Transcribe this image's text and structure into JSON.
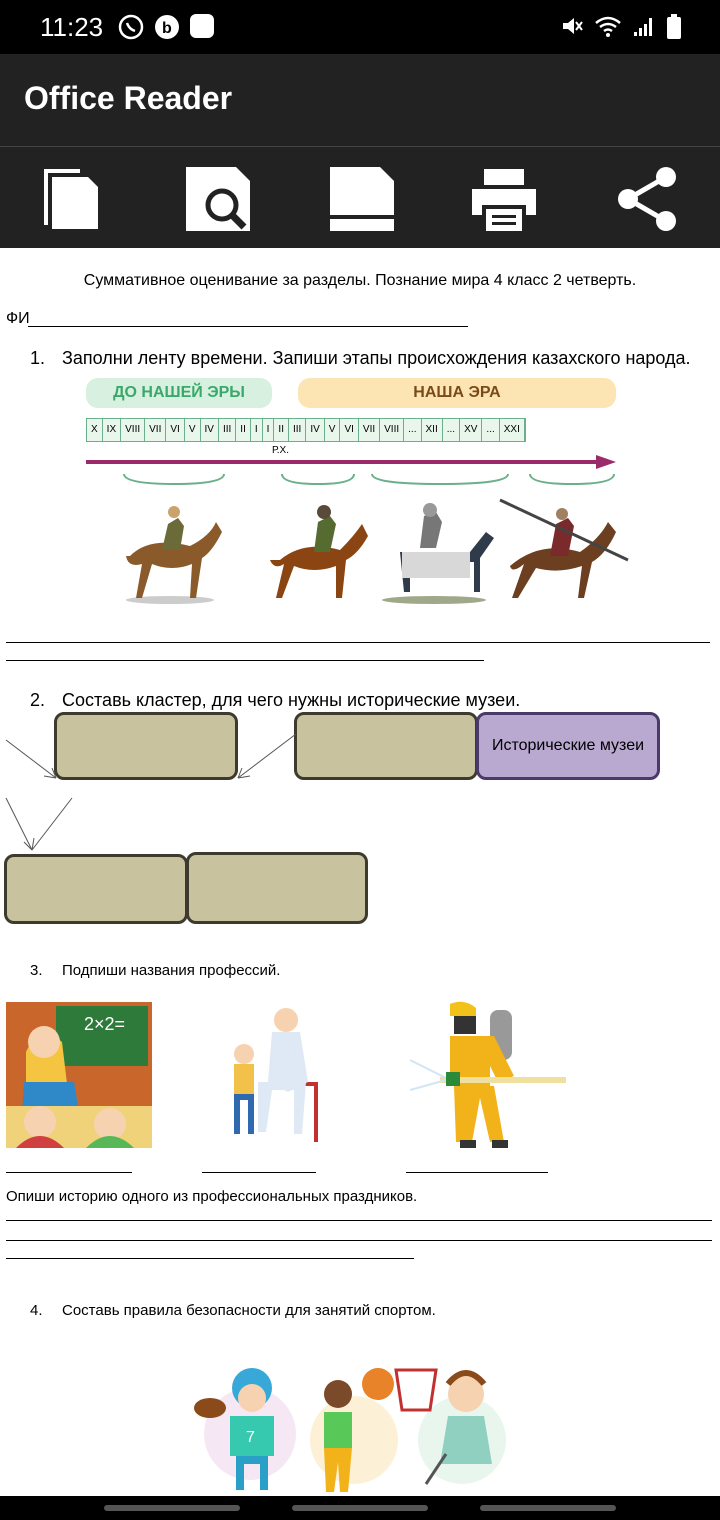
{
  "status": {
    "time": "11:23"
  },
  "app": {
    "title": "Office Reader"
  },
  "toolbar": [
    "copy-icon",
    "search-document-icon",
    "document-icon",
    "print-icon",
    "share-icon"
  ],
  "doc": {
    "heading": "Суммативное оценивание за разделы. Познание мира 4 класс 2 четверть.",
    "fio_label": "ФИ",
    "q1": {
      "num": "1.",
      "text": "Заполни ленту времени. Запиши этапы происхождения казахского народа."
    },
    "era_before": "ДО НАШЕЙ ЭРЫ",
    "era_after": "НАША ЭРА",
    "centuries": [
      "X",
      "IX",
      "VIII",
      "VII",
      "VI",
      "V",
      "IV",
      "III",
      "II",
      "I",
      "I",
      "II",
      "III",
      "IV",
      "V",
      "VI",
      "VII",
      "VIII",
      "...",
      "XII",
      "...",
      "XV",
      "...",
      "XXI"
    ],
    "rx": "Р.Х.",
    "q2": {
      "num": "2.",
      "text": "Составь кластер, для чего нужны исторические музеи.",
      "center_box": "Исторические музеи"
    },
    "q3": {
      "num": "3.",
      "text": "Подпиши названия профессий.",
      "sub": "Опиши историю одного из профессиональных праздников."
    },
    "q4": {
      "num": "4.",
      "text": "Составь правила безопасности для занятий спортом."
    }
  }
}
